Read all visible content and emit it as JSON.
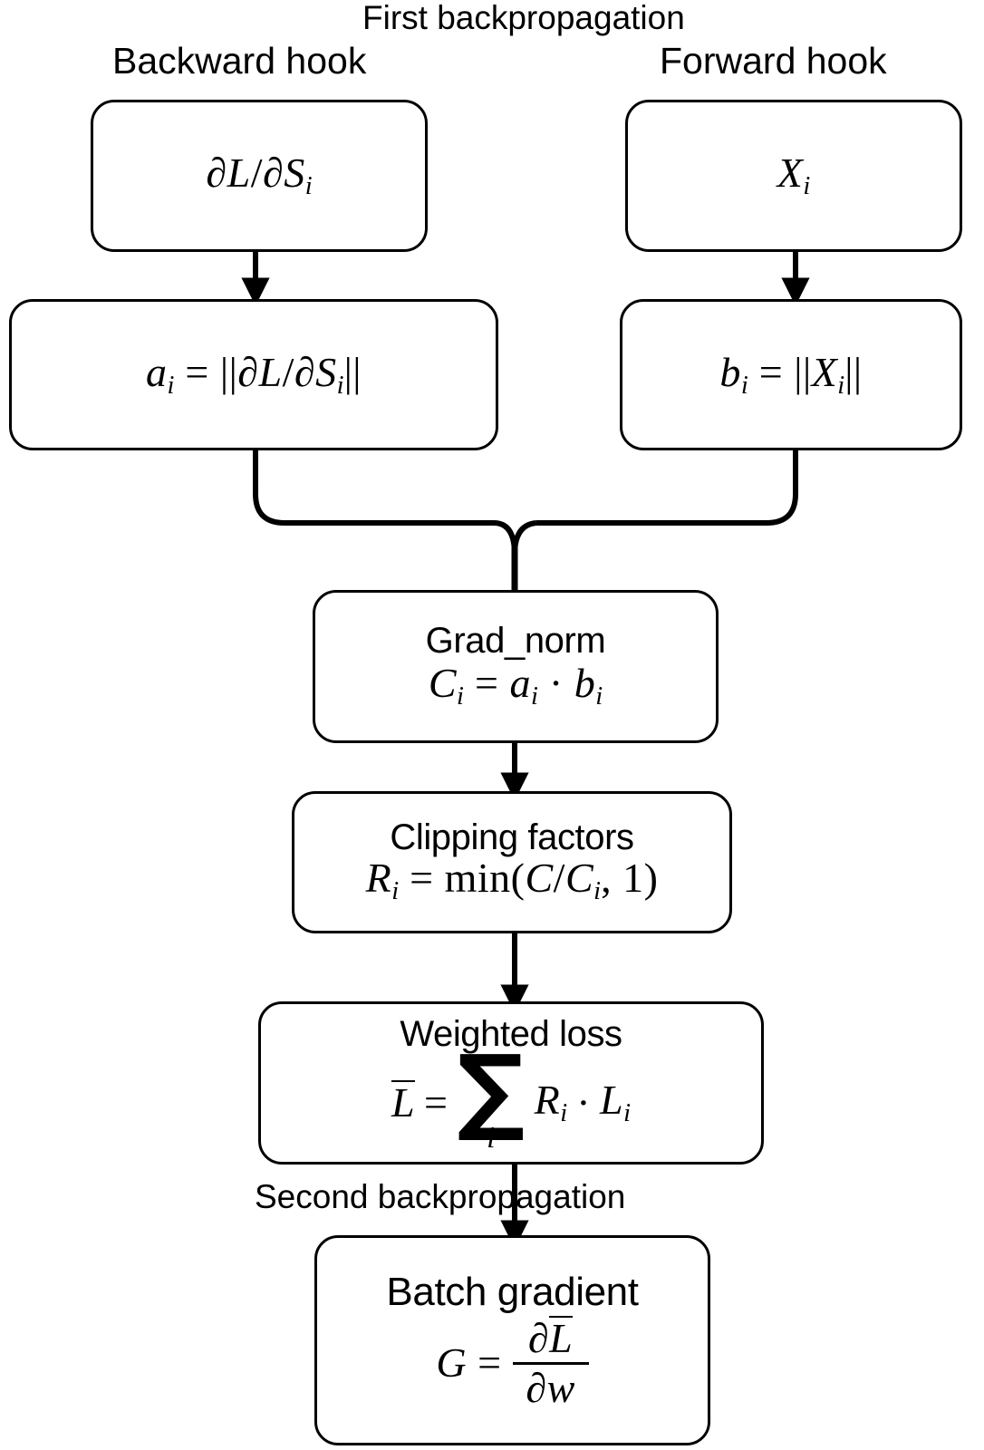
{
  "diagram": {
    "title": "First backpropagation",
    "labels": {
      "first_backprop": "First backpropagation",
      "backward_hook": "Backward hook",
      "forward_hook": "Forward hook",
      "second_backprop": "Second backpropagation"
    },
    "nodes": [
      {
        "id": "grad-output",
        "title": "",
        "formula_plain": "∂L/∂Sᵢ",
        "parts": {
          "dL": "∂L",
          "slash": "/",
          "dS": "∂S",
          "sub": "i"
        }
      },
      {
        "id": "activation-input",
        "title": "",
        "formula_plain": "Xᵢ",
        "parts": {
          "X": "X",
          "sub": "i"
        }
      },
      {
        "id": "grad-norm-a",
        "title": "",
        "formula_plain": "aᵢ = ||∂L/∂Sᵢ||",
        "parts": {
          "a": "a",
          "sub": "i",
          "eq": "=",
          "barsL": "||",
          "dL": "∂L",
          "slash": "/",
          "dS": "∂S",
          "barsR": "||"
        }
      },
      {
        "id": "input-norm-b",
        "title": "",
        "formula_plain": "bᵢ = ||Xᵢ||",
        "parts": {
          "b": "b",
          "sub": "i",
          "eq": "=",
          "barsL": "||",
          "X": "X",
          "barsR": "||"
        }
      },
      {
        "id": "grad-norm-c",
        "title": "Grad_norm",
        "formula_plain": "Cᵢ = aᵢ · bᵢ",
        "parts": {
          "C": "C",
          "sub": "i",
          "eq": "=",
          "a": "a",
          "dot": "·",
          "b": "b"
        }
      },
      {
        "id": "clipping-factors",
        "title": "Clipping factors",
        "formula_plain": "Rᵢ = min(C/Cᵢ, 1)",
        "parts": {
          "R": "R",
          "sub": "i",
          "eq": "=",
          "min": "min",
          "open": "(",
          "C": "C",
          "slash": "/",
          "Ci": "C",
          "comma": ",",
          "one": "1",
          "close": ")"
        }
      },
      {
        "id": "weighted-loss",
        "title": "Weighted loss",
        "formula_plain": "L̄ = Σᵢ Rᵢ · Lᵢ",
        "parts": {
          "Lbar": "L",
          "eq": "=",
          "sigma": "∑",
          "limit": "i",
          "R": "R",
          "sub": "i",
          "dot": "·",
          "L": "L"
        }
      },
      {
        "id": "batch-gradient",
        "title": "Batch gradient",
        "formula_plain": "G = ∂L̄/∂w",
        "parts": {
          "G": "G",
          "eq": "=",
          "numer_d": "∂",
          "numer_L": "L",
          "denom_d": "∂",
          "denom_w": "w"
        }
      }
    ],
    "colors": {
      "stroke": "#000000",
      "background": "#ffffff",
      "text": "#000000"
    }
  }
}
